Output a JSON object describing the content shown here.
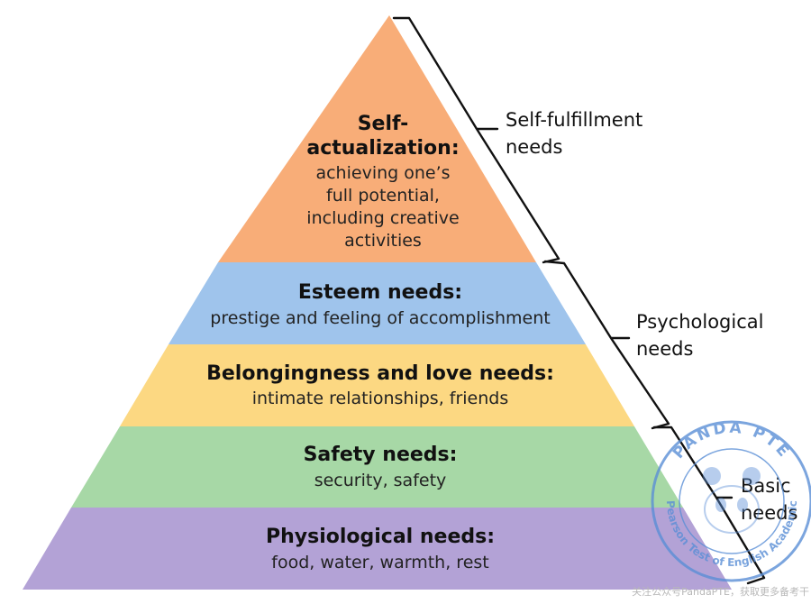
{
  "levels": [
    {
      "key": "self_actualization",
      "title_lines": [
        "Self-",
        "actualization:"
      ],
      "desc_lines": [
        "achieving one’s",
        "full potential,",
        "including creative",
        "activities"
      ],
      "color": "#f8ad78"
    },
    {
      "key": "esteem",
      "title_lines": [
        "Esteem needs:"
      ],
      "desc_lines": [
        "prestige and feeling of accomplishment"
      ],
      "color": "#9fc4ec"
    },
    {
      "key": "belongingness",
      "title_lines": [
        "Belongingness and love needs:"
      ],
      "desc_lines": [
        "intimate relationships, friends"
      ],
      "color": "#fcd882"
    },
    {
      "key": "safety",
      "title_lines": [
        "Safety needs:"
      ],
      "desc_lines": [
        "security, safety"
      ],
      "color": "#a7d8a6"
    },
    {
      "key": "physiological",
      "title_lines": [
        "Physiological needs:"
      ],
      "desc_lines": [
        "food, water, warmth, rest"
      ],
      "color": "#b3a2d6"
    }
  ],
  "groups": [
    {
      "key": "self_fulfillment",
      "label_lines": [
        "Self-fulfillment",
        "needs"
      ]
    },
    {
      "key": "psychological",
      "label_lines": [
        "Psychological",
        "needs"
      ]
    },
    {
      "key": "basic",
      "label_lines": [
        "Basic",
        "needs"
      ]
    }
  ],
  "watermark": {
    "ring_top": "PANDA PTE",
    "ring_bottom": "Pearson Test of English Academic",
    "footer": "关注公众号PandaPTE，获取更多备考干",
    "color": "#5b8fd6"
  }
}
